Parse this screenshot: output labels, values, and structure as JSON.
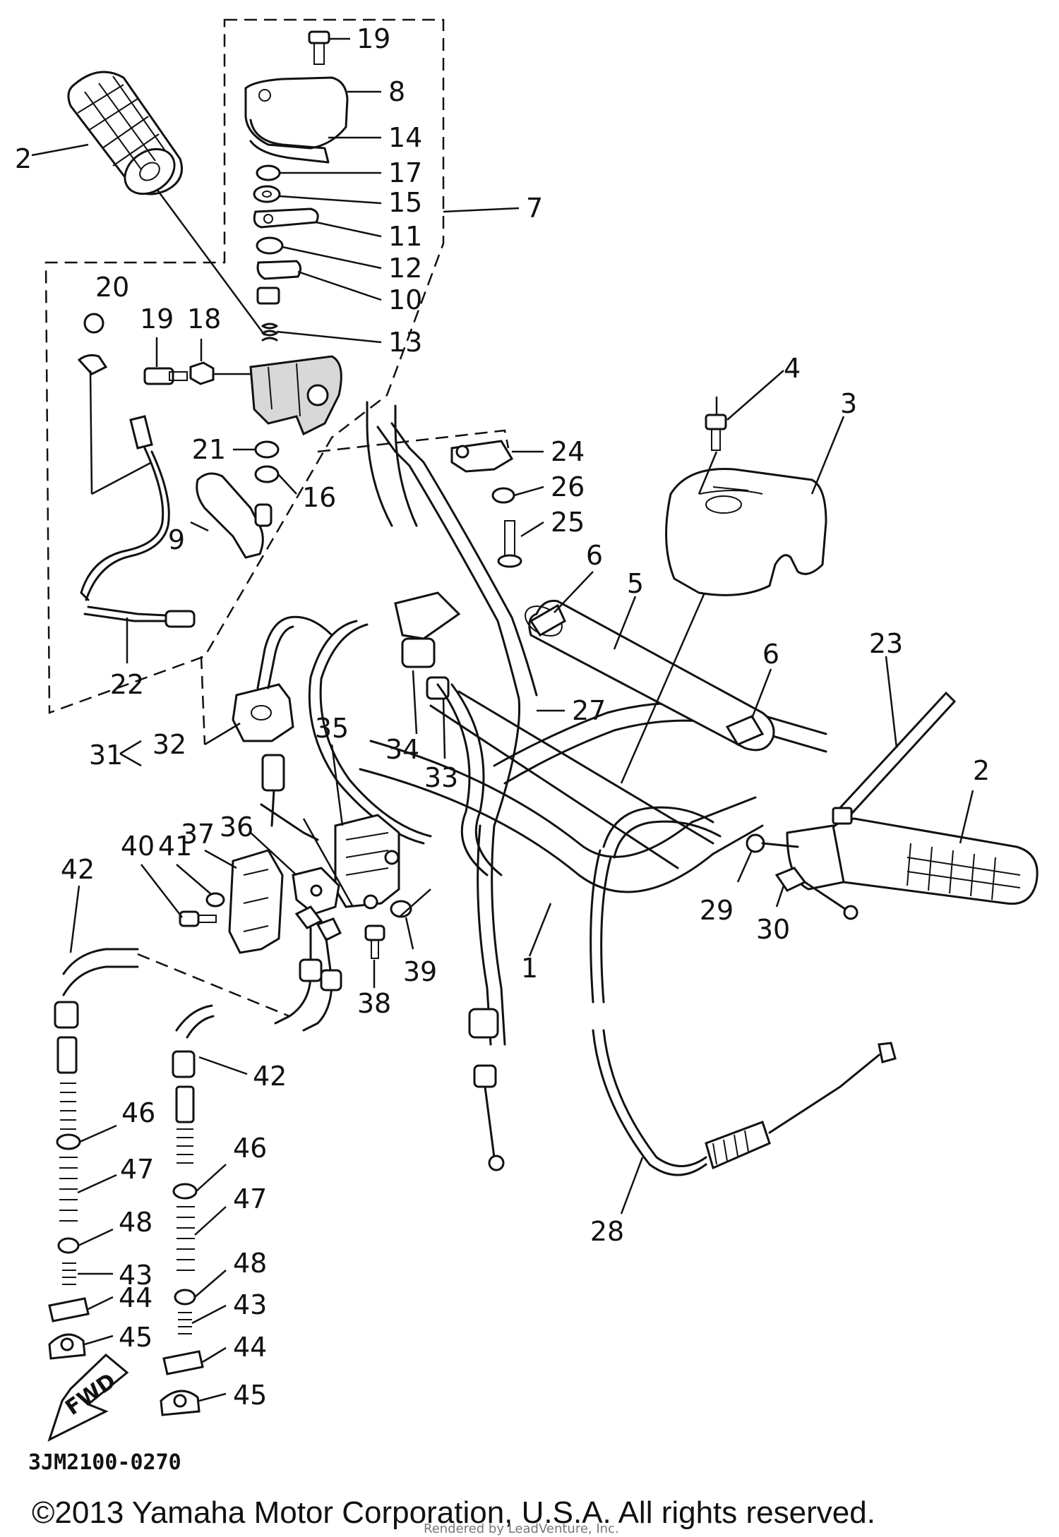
{
  "diagram": {
    "drawing_code": "3JM2100-0270",
    "copyright": "©2013 Yamaha Motor Corporation, U.S.A. All rights reserved.",
    "rendered_by": "Rendered by LeadVenture, Inc.",
    "direction_marker": "FWD",
    "callouts": [
      "1",
      "2",
      "3",
      "4",
      "5",
      "6",
      "7",
      "8",
      "9",
      "10",
      "11",
      "12",
      "13",
      "14",
      "15",
      "16",
      "17",
      "18",
      "19",
      "20",
      "21",
      "22",
      "23",
      "24",
      "25",
      "26",
      "27",
      "28",
      "29",
      "30",
      "31",
      "32",
      "33",
      "34",
      "35",
      "36",
      "37",
      "38",
      "39",
      "40",
      "41",
      "42",
      "43",
      "44",
      "45",
      "46",
      "47",
      "48"
    ]
  }
}
